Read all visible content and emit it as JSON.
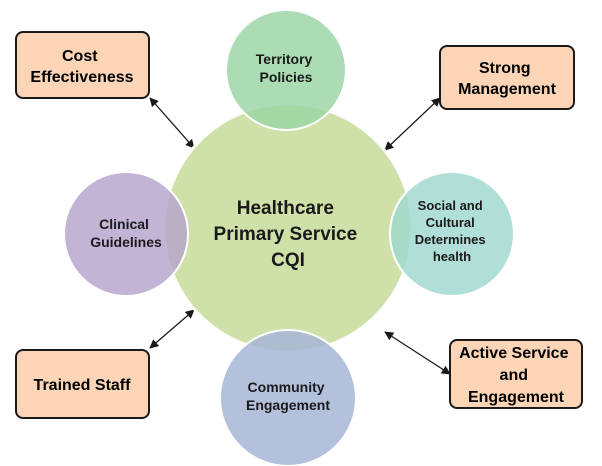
{
  "center": {
    "lines": [
      "Healthcare",
      "Primary Service",
      "CQI"
    ]
  },
  "circles": {
    "territory": {
      "lines": [
        "Territory",
        "Policies"
      ]
    },
    "clinical": {
      "lines": [
        "Clinical",
        "Guidelines"
      ]
    },
    "social": {
      "lines": [
        "Social and",
        "Cultural",
        "Determines",
        "health"
      ]
    },
    "community": {
      "lines": [
        "Community",
        "Engagement"
      ]
    }
  },
  "boxes": {
    "cost": {
      "lines": [
        "Cost",
        "Effectiveness"
      ]
    },
    "strong": {
      "lines": [
        "Strong",
        "Management"
      ]
    },
    "trained": {
      "lines": [
        "Trained Staff"
      ]
    },
    "active": {
      "lines": [
        "Active Service",
        "and",
        "Engagement"
      ]
    }
  },
  "colors": {
    "center_fill": "#cfe0a8",
    "territory_fill": "#99d4a4",
    "clinical_fill": "#b4a4cc",
    "social_fill": "#9fd8cf",
    "community_fill": "#a7b6d6",
    "box_fill": "#fbd5b5",
    "box_stroke": "#1a1a1a"
  }
}
